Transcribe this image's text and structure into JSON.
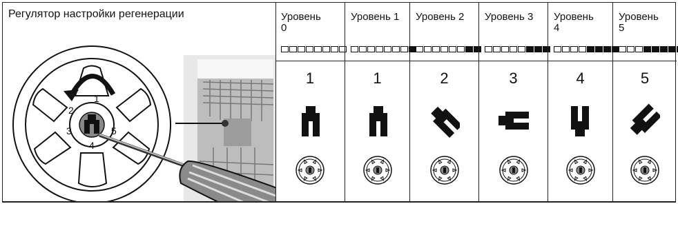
{
  "title": "Регулятор настройки регенерации",
  "dial_numbers": [
    "1",
    "2",
    "3",
    "4",
    "5"
  ],
  "levels": [
    {
      "label": "Уровень 0",
      "value": "1",
      "filled": 0
    },
    {
      "label": "Уровень 1",
      "value": "1",
      "filled": 1
    },
    {
      "label": "Уровень 2",
      "value": "2",
      "filled": 2
    },
    {
      "label": "Уровень 3",
      "value": "3",
      "filled": 3
    },
    {
      "label": "Уровень 4",
      "value": "4",
      "filled": 4
    },
    {
      "label": "Уровень 5",
      "value": "5",
      "filled": 5
    }
  ],
  "bar_total": 5,
  "icons": {
    "knob": "regeneration-knob-icon",
    "dial": "regeneration-dial-icon",
    "rotate": "rotate-arrow-icon",
    "screwdriver": "screwdriver-icon",
    "dishwasher": "dishwasher-icon"
  }
}
